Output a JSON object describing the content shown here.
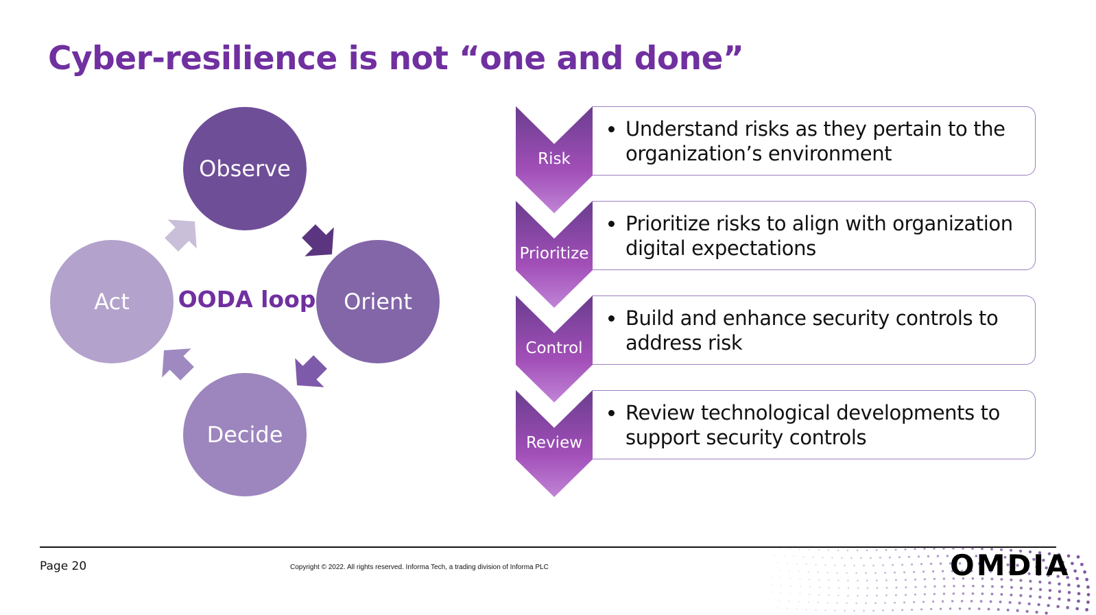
{
  "title": "Cyber-resilience is not “one and done”",
  "ooda": {
    "center": "OODA loop",
    "nodes": {
      "observe": "Observe",
      "orient": "Orient",
      "decide": "Decide",
      "act": "Act"
    },
    "colors": {
      "observe": "#6f4e98",
      "orient": "#8266a8",
      "decide": "#9c86bd",
      "act": "#b3a2cc"
    }
  },
  "steps": [
    {
      "label": "Risk",
      "text": "Understand risks as they pertain to the organization’s environment"
    },
    {
      "label": "Prioritize",
      "text": "Prioritize risks to align with organization digital expectations"
    },
    {
      "label": "Control",
      "text": "Build and enhance security controls to address risk"
    },
    {
      "label": "Review",
      "text": "Review technological developments to support security controls"
    }
  ],
  "footer": {
    "page": "Page 20",
    "copyright": "Copyright © 2022. All rights reserved. Informa Tech, a trading division of Informa PLC",
    "logo": "OMDIA"
  },
  "colors": {
    "accent": "#7030a0",
    "chevron_top": "#6a3d8f",
    "chevron_bottom": "#c084d6"
  }
}
